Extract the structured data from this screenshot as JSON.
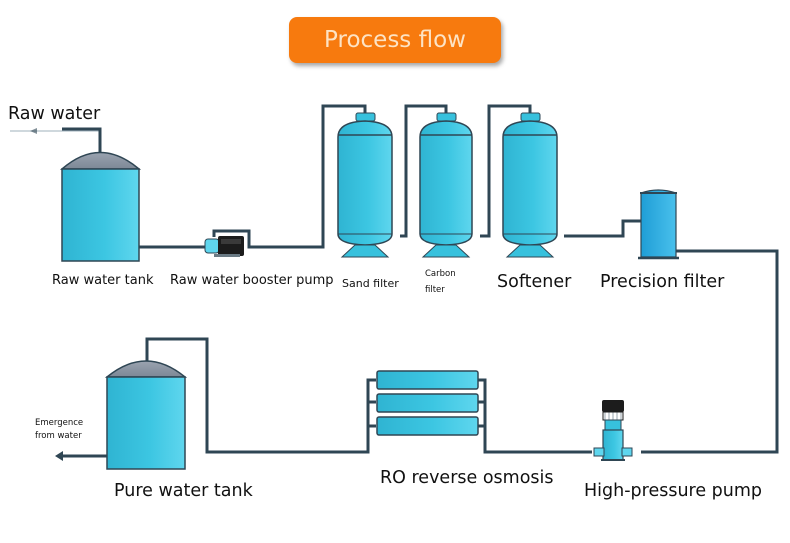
{
  "title": "Process flow",
  "colors": {
    "title_bg": "#f77a0e",
    "title_text": "#fde3c4",
    "pipe": "#2f4654",
    "vessel": "#37c1dd",
    "tank_dome": "#8a95a3",
    "pump_motor": "#1c1c1c"
  },
  "labels": {
    "raw_water": "Raw water",
    "raw_water_tank": "Raw water tank",
    "raw_water_booster_pump": "Raw water booster pump",
    "sand_filter": "Sand filter",
    "carbon_filter_line1": "Carbon",
    "carbon_filter_line2": "filter",
    "softener": "Softener",
    "precision_filter": "Precision filter",
    "high_pressure_pump": "High-pressure pump",
    "ro_reverse_osmosis": "RO reverse osmosis",
    "pure_water_tank": "Pure water tank",
    "emergence_line1": "Emergence",
    "emergence_line2": "from water"
  },
  "flow_sequence": [
    "Raw water",
    "Raw water tank",
    "Raw water booster pump",
    "Sand filter",
    "Carbon filter",
    "Softener",
    "Precision filter",
    "High-pressure pump",
    "RO reverse osmosis",
    "Pure water tank",
    "Emergence from water"
  ]
}
